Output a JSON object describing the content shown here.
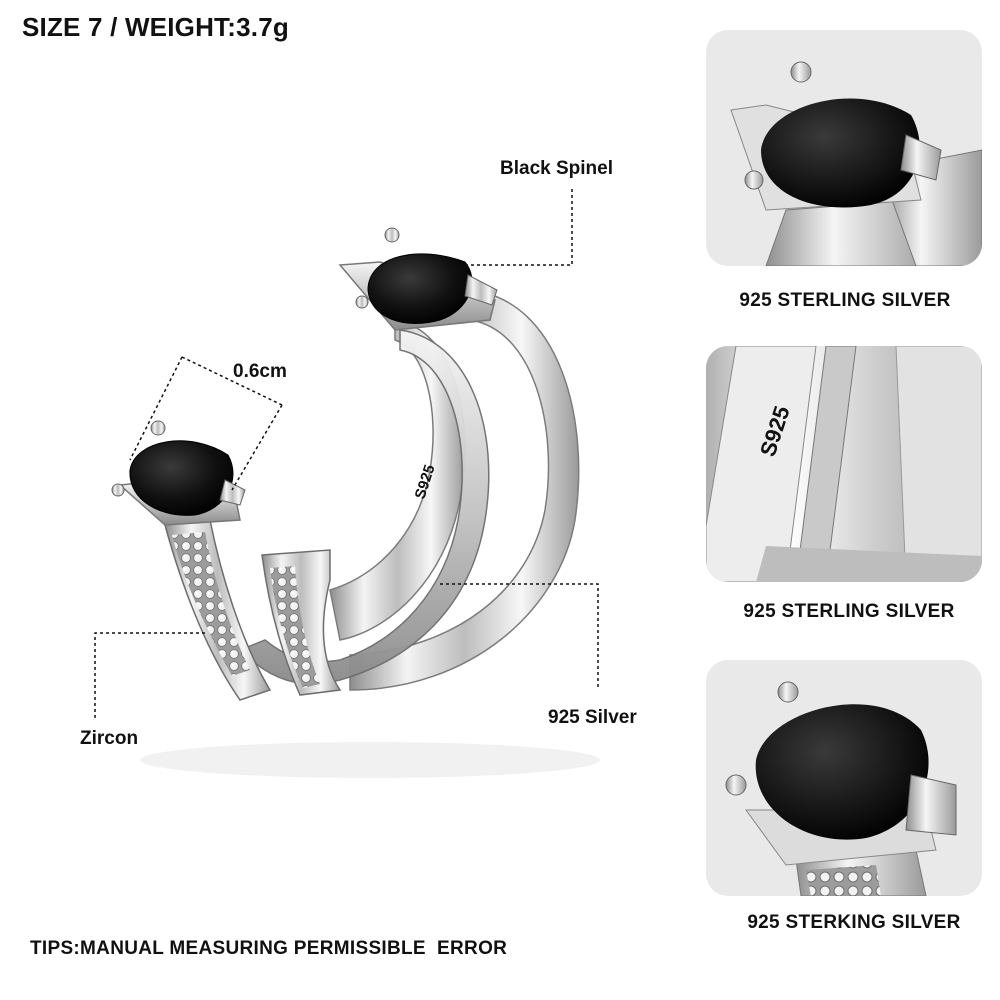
{
  "header": {
    "title": "SIZE 7 / WEIGHT:3.7g"
  },
  "main_image": {
    "labels": {
      "black_spinel": "Black Spinel",
      "width": "0.6cm",
      "zircon": "Zircon",
      "silver": "925 Silver",
      "stamp": "S925"
    }
  },
  "detail_panels": [
    {
      "caption": "925 STERLING SILVER"
    },
    {
      "caption": "925 STERLING SILVER",
      "stamp": "S925"
    },
    {
      "caption": "925 STERKING SILVER"
    }
  ],
  "footer": {
    "tips": "TIPS:MANUAL MEASURING PERMISSIBLE  ERROR"
  },
  "colors": {
    "silver": "#c8c8c8",
    "stone": "#0c0c0c",
    "panel_bg": "#e9e9e9",
    "text": "#111111"
  }
}
